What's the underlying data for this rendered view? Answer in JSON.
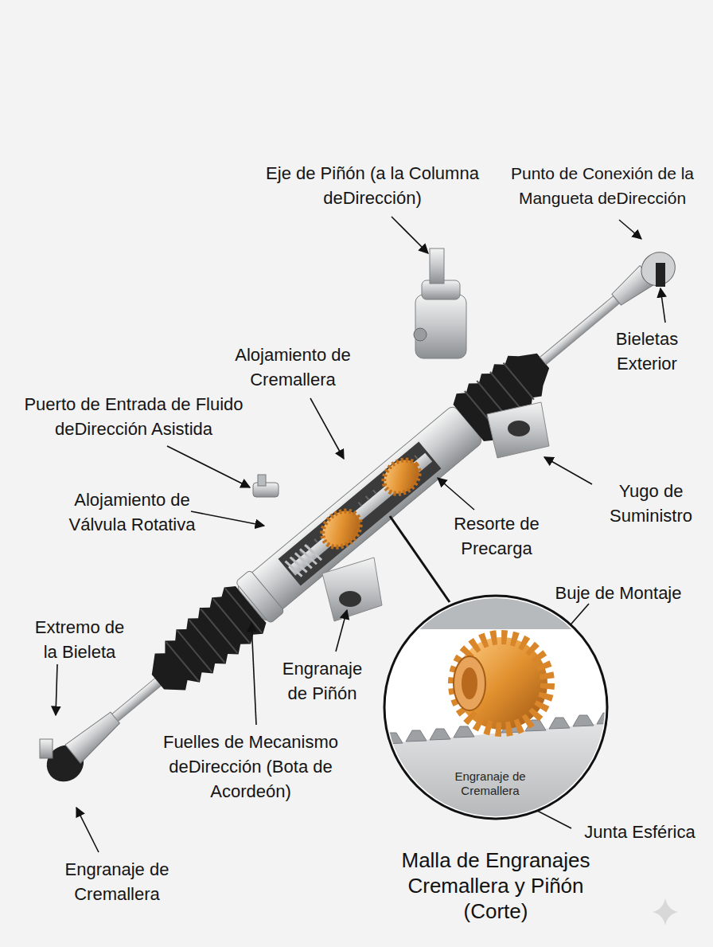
{
  "diagram": {
    "labels": [
      "Eje de Piñón (a la Columna deDirección)",
      "Punto de Conexión de la Mangueta deDirección",
      "Bieletas Exterior",
      "Alojamiento de Cremallera",
      "Puerto de Entrada de Fluido deDirección Asistida",
      "Alojamiento de Válvula Rotativa",
      "Yugo de Suministro",
      "Resorte de Precarga",
      "Buje de Montaje",
      "Extremo de la Bieleta",
      "Engranaje de Piñón",
      "Fuelles de Mecanismo deDirección (Bota de Acordeón)",
      "Engranaje de Cremallera",
      "Junta Esférica",
      "Engranaje de Cremallera",
      "Malla de Engranajes Cremallera y Piñón (Corte)"
    ]
  }
}
